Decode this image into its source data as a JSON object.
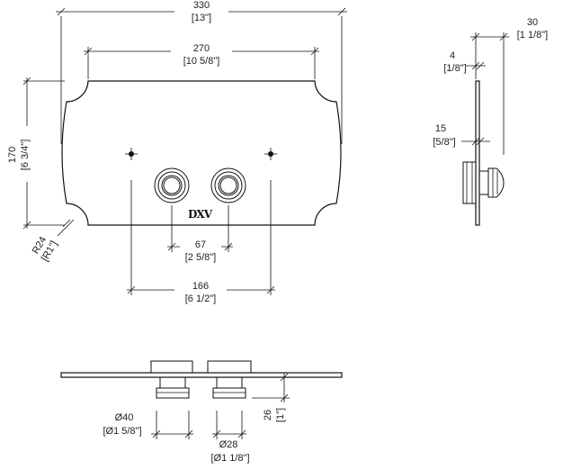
{
  "brand_logo": "DXV",
  "colors": {
    "line": "#111111",
    "background": "#ffffff"
  },
  "dimensions": {
    "overall_width": {
      "mm": "330",
      "in": "[13\"]"
    },
    "plate_width": {
      "mm": "270",
      "in": "[10 5/8\"]"
    },
    "height": {
      "mm": "170",
      "in": "[6 3/4\"]"
    },
    "corner_radius": {
      "mm": "R24",
      "in": "[R1\"]"
    },
    "button_spacing": {
      "mm": "67",
      "in": "[2 5/8\"]"
    },
    "mount_spacing": {
      "mm": "166",
      "in": "[6 1/2\"]"
    },
    "side_depth": {
      "mm": "30",
      "in": "[1 1/8\"]"
    },
    "plate_thickness": {
      "mm": "4",
      "in": "[1/8\"]"
    },
    "offset_15": {
      "mm": "15",
      "in": "[5/8\"]"
    },
    "button_height": {
      "mm": "26",
      "in": "[1\"]"
    },
    "large_diameter": {
      "mm": "Ø40",
      "in": "[Ø1 5/8\"]"
    },
    "small_diameter": {
      "mm": "Ø28",
      "in": "[Ø1 1/8\"]"
    }
  }
}
